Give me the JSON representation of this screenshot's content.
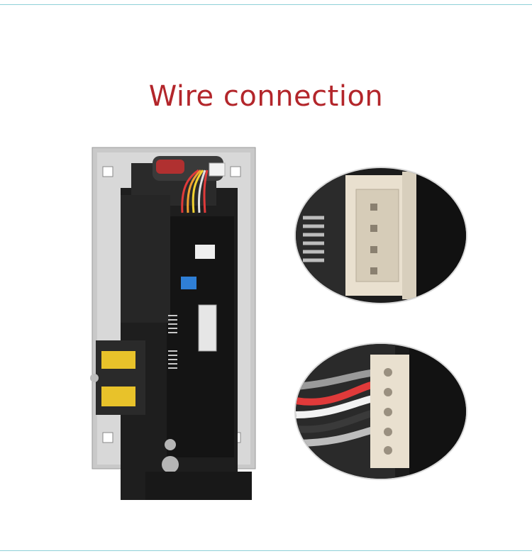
{
  "title": "Wire connection",
  "colors": {
    "title": "#b3262b",
    "rule": "#8fd0d8",
    "wire_red": "#e03a3a",
    "wire_orange": "#f0a030",
    "wire_yellow": "#f2d230",
    "coil": "#e8c22a",
    "connector_blue": "#2f7fd6"
  },
  "images": {
    "product": "coin-acceptor-side-view",
    "detail_top": "empty-connector-closeup",
    "detail_bottom": "wired-connector-closeup"
  }
}
